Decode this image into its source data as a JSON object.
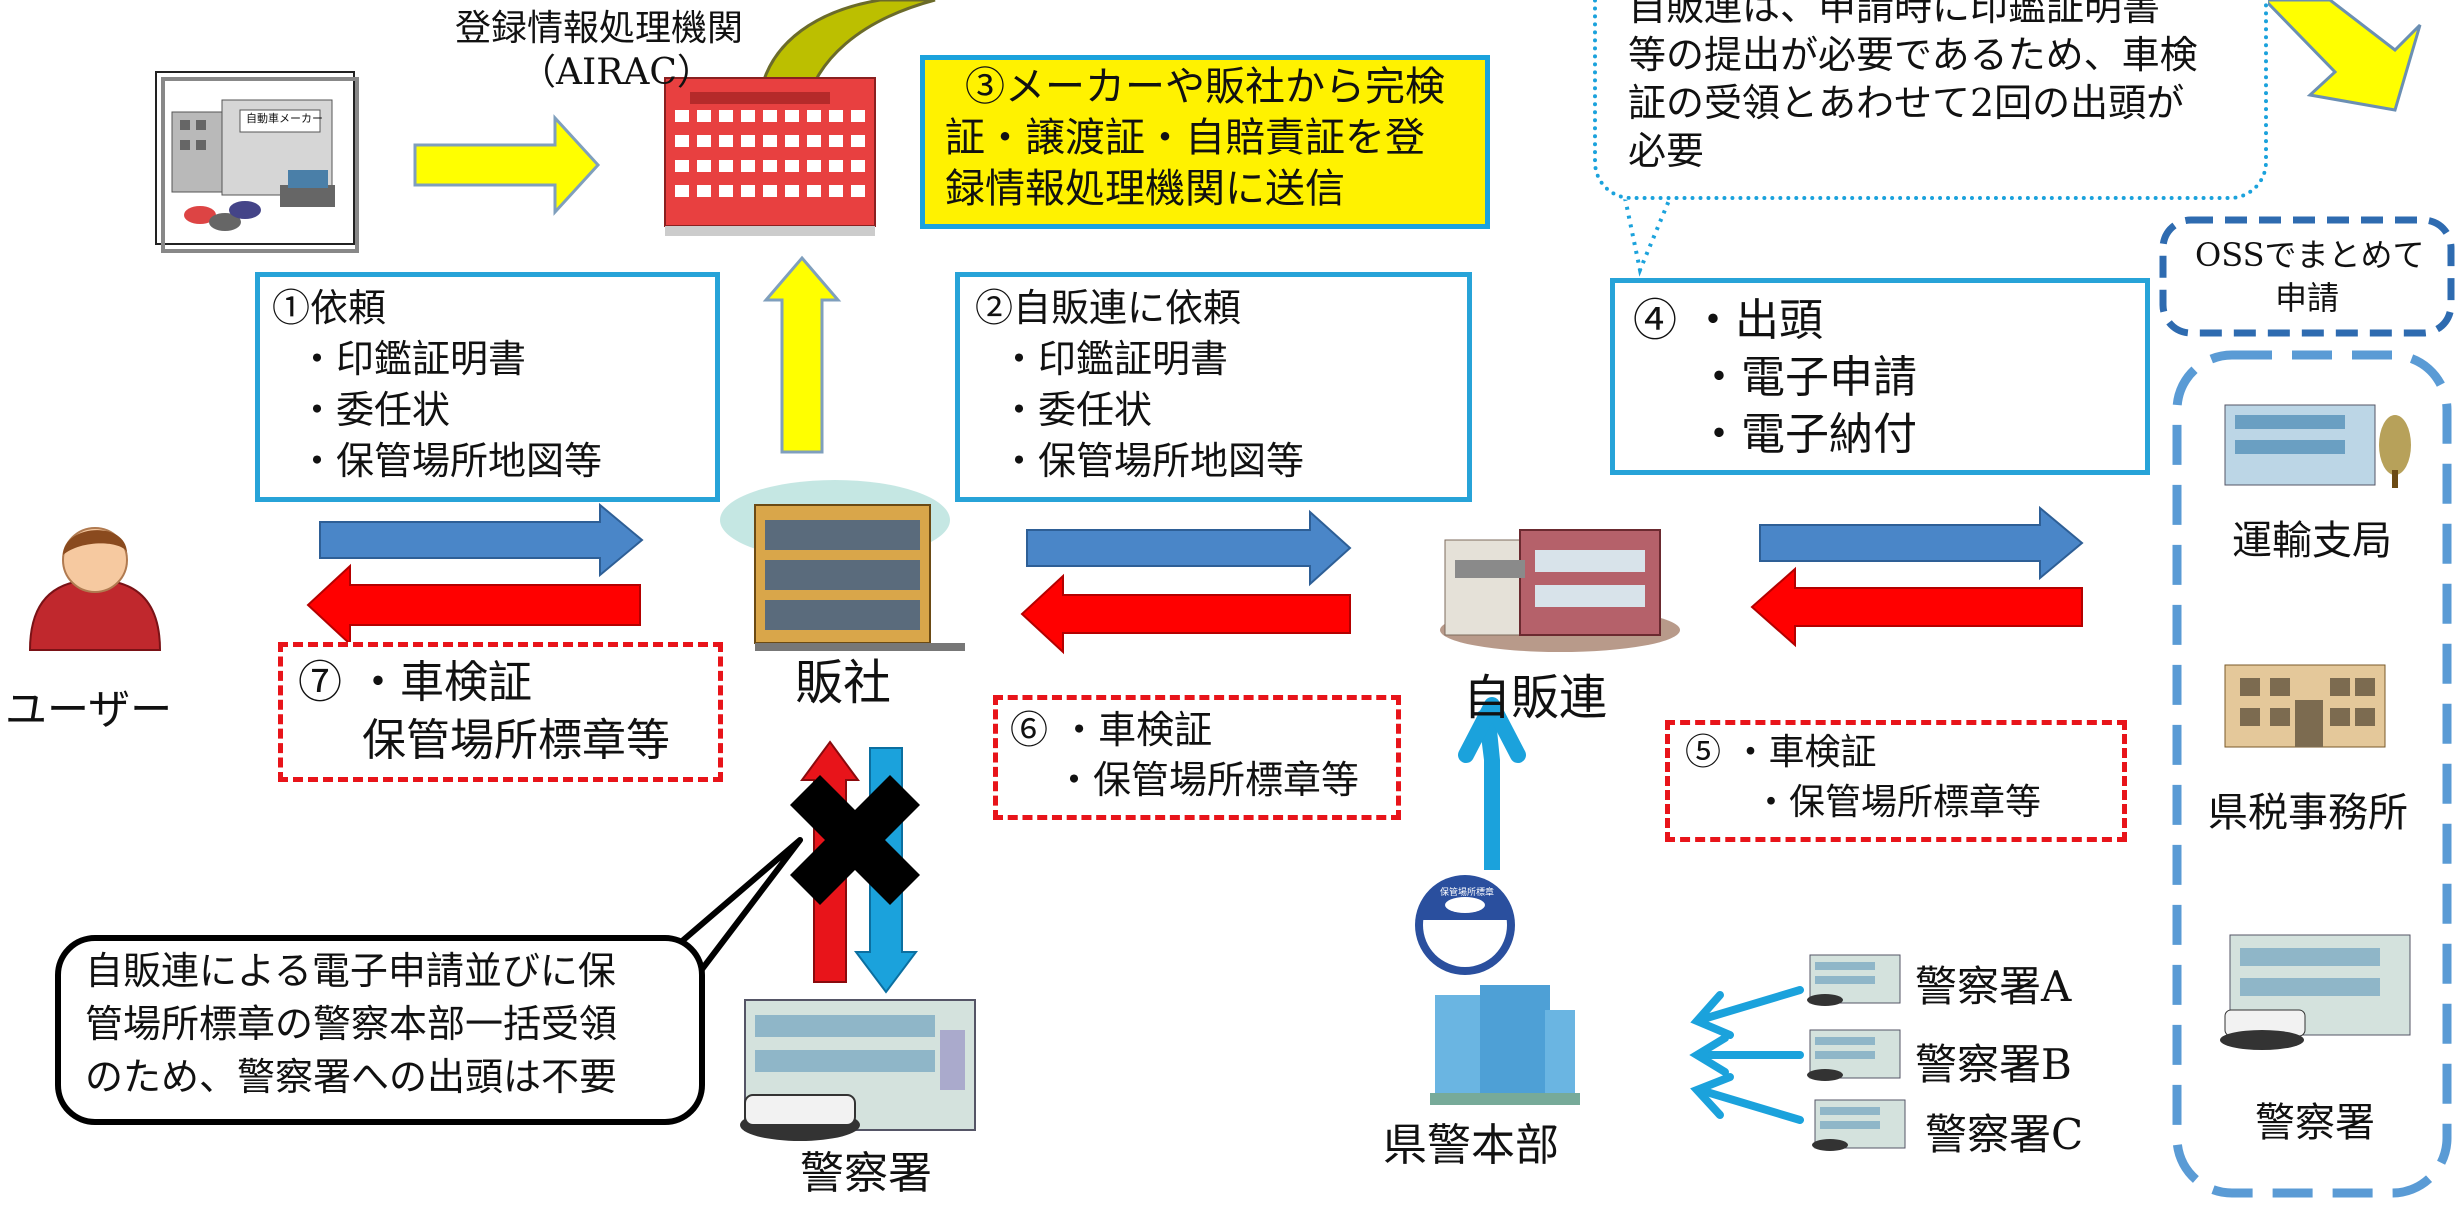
{
  "airac": {
    "line1": "登録情報処理機関",
    "line2": "（AIRAC）"
  },
  "maker_sign": "自動車メーカー",
  "box3": {
    "lines": [
      "③メーカーや販社から完検",
      "証・譲渡証・自賠責証を登",
      "録情報処理機関に送信"
    ]
  },
  "callout_top": {
    "lines": [
      "自販連は、申請時に印鑑証明書",
      "等の提出が必要であるため、車検",
      "証の受領とあわせて2回の出頭が",
      "必要"
    ]
  },
  "box1": {
    "lines": [
      "①依頼",
      "・印鑑証明書",
      "・委任状",
      "・保管場所地図等"
    ]
  },
  "box2": {
    "lines": [
      "②自販連に依頼",
      "・印鑑証明書",
      "・委任状",
      "・保管場所地図等"
    ]
  },
  "box4": {
    "lines": [
      "④ ・出頭",
      "・電子申請",
      "・電子納付"
    ]
  },
  "oss": {
    "lines": [
      "OSSでまとめて",
      "申請"
    ]
  },
  "box7": {
    "lines": [
      "⑦ ・車検証",
      "保管場所標章等"
    ]
  },
  "box6": {
    "lines": [
      "⑥ ・車検証",
      "・保管場所標章等"
    ]
  },
  "box5": {
    "lines": [
      "⑤ ・車検証",
      "・保管場所標章等"
    ]
  },
  "labels": {
    "user": "ユーザー",
    "dealer": "販社",
    "jada": "自販連",
    "police_hq": "県警本部",
    "police_station": "警察署",
    "station_a": "警察署A",
    "station_b": "警察署B",
    "station_c": "警察署C"
  },
  "right_panel": {
    "transport": "運輸支局",
    "tax": "県税事務所",
    "police": "警察署"
  },
  "callout_bottom": {
    "lines": [
      "自販連による電子申請並びに保",
      "管場所標章の警察本部一括受領",
      "のため、警察署への出頭は不要"
    ]
  },
  "sticker": {
    "title": "保管場所標章"
  },
  "colors": {
    "blue_arrow": "#4a86c8",
    "red_arrow": "#ff0000",
    "yellow_arrow": "#ffff00",
    "cyan": "#1ba2dc",
    "yellow_box": "#fff200",
    "olive_arrow": "#bcbf00"
  }
}
